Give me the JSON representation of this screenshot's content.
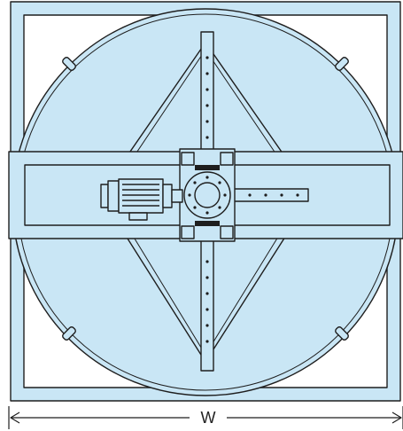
{
  "diagram": {
    "dimension_label": "W",
    "colors": {
      "fill": "#c9e6f5",
      "stroke": "#1e1e1e",
      "background": "#ffffff"
    },
    "components": [
      "frame",
      "circular-panel",
      "support-beam",
      "motor",
      "gearbox-hub",
      "diamond-arms",
      "slotted-rails",
      "width-dimension-arrow"
    ]
  }
}
